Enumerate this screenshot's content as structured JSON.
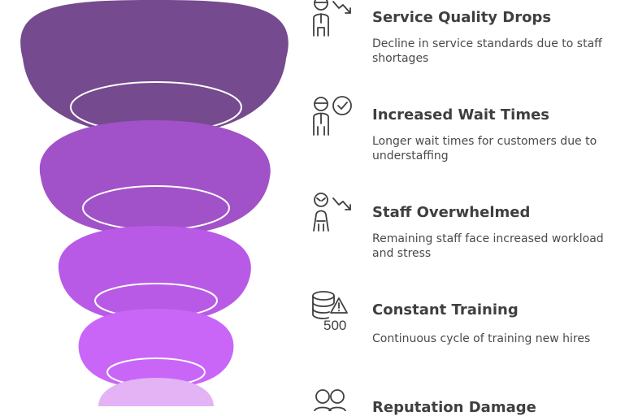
{
  "funnel": {
    "layer_colors": [
      "#764a8e",
      "#a152c8",
      "#b85ae6",
      "#c966f7",
      "#e3b3f5"
    ]
  },
  "steps": [
    {
      "title": "Service Quality Drops",
      "description": "Decline in service standards due to staff shortages",
      "icon": "person-trend-down-icon"
    },
    {
      "title": "Increased Wait Times",
      "description": "Longer wait times for customers due to understaffing",
      "icon": "person-checkmark-icon"
    },
    {
      "title": "Staff Overwhelmed",
      "description": "Remaining staff face increased workload and stress",
      "icon": "person-stress-trend-down-icon"
    },
    {
      "title": "Constant Training",
      "description": "Continuous cycle of training new hires",
      "icon": "database-warning-icon",
      "icon_text": "500"
    },
    {
      "title": "Reputation Damage",
      "description": "",
      "icon": "two-people-icon"
    }
  ]
}
